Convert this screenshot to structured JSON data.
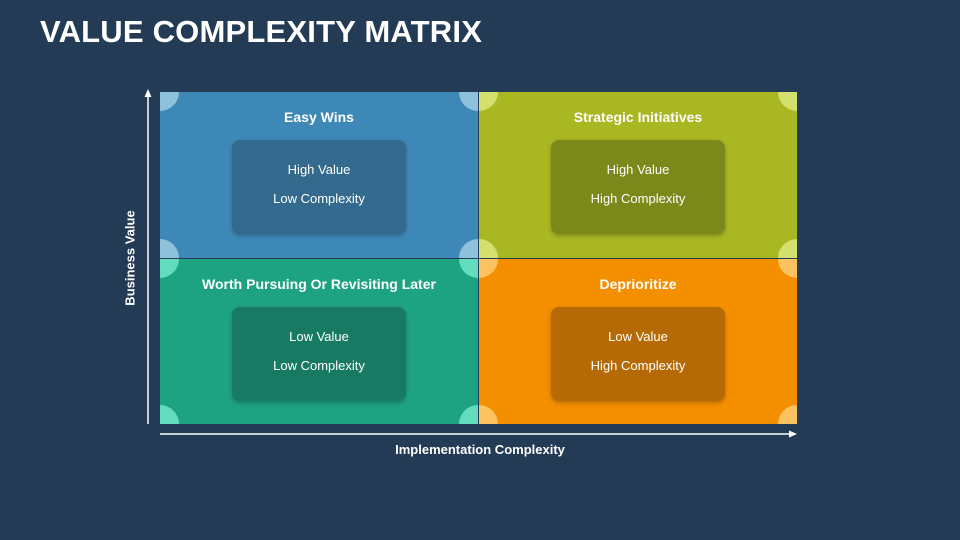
{
  "title": "VALUE COMPLEXITY MATRIX",
  "axes": {
    "y_label": "Business Value",
    "x_label": "Implementation Complexity"
  },
  "quadrants": {
    "top_left": {
      "title": "Easy Wins",
      "value": "High Value",
      "complexity": "Low Complexity",
      "color": "#3e88b8"
    },
    "top_right": {
      "title": "Strategic Initiatives",
      "value": "High Value",
      "complexity": "High Complexity",
      "color": "#a9b723"
    },
    "bottom_left": {
      "title": "Worth Pursuing Or Revisiting Later",
      "value": "Low Value",
      "complexity": "Low Complexity",
      "color": "#1ea382"
    },
    "bottom_right": {
      "title": "Deprioritize",
      "value": "Low Value",
      "complexity": "High Complexity",
      "color": "#f48f00"
    }
  },
  "colors": {
    "background": "#243b55",
    "axis": "#ffffff"
  }
}
